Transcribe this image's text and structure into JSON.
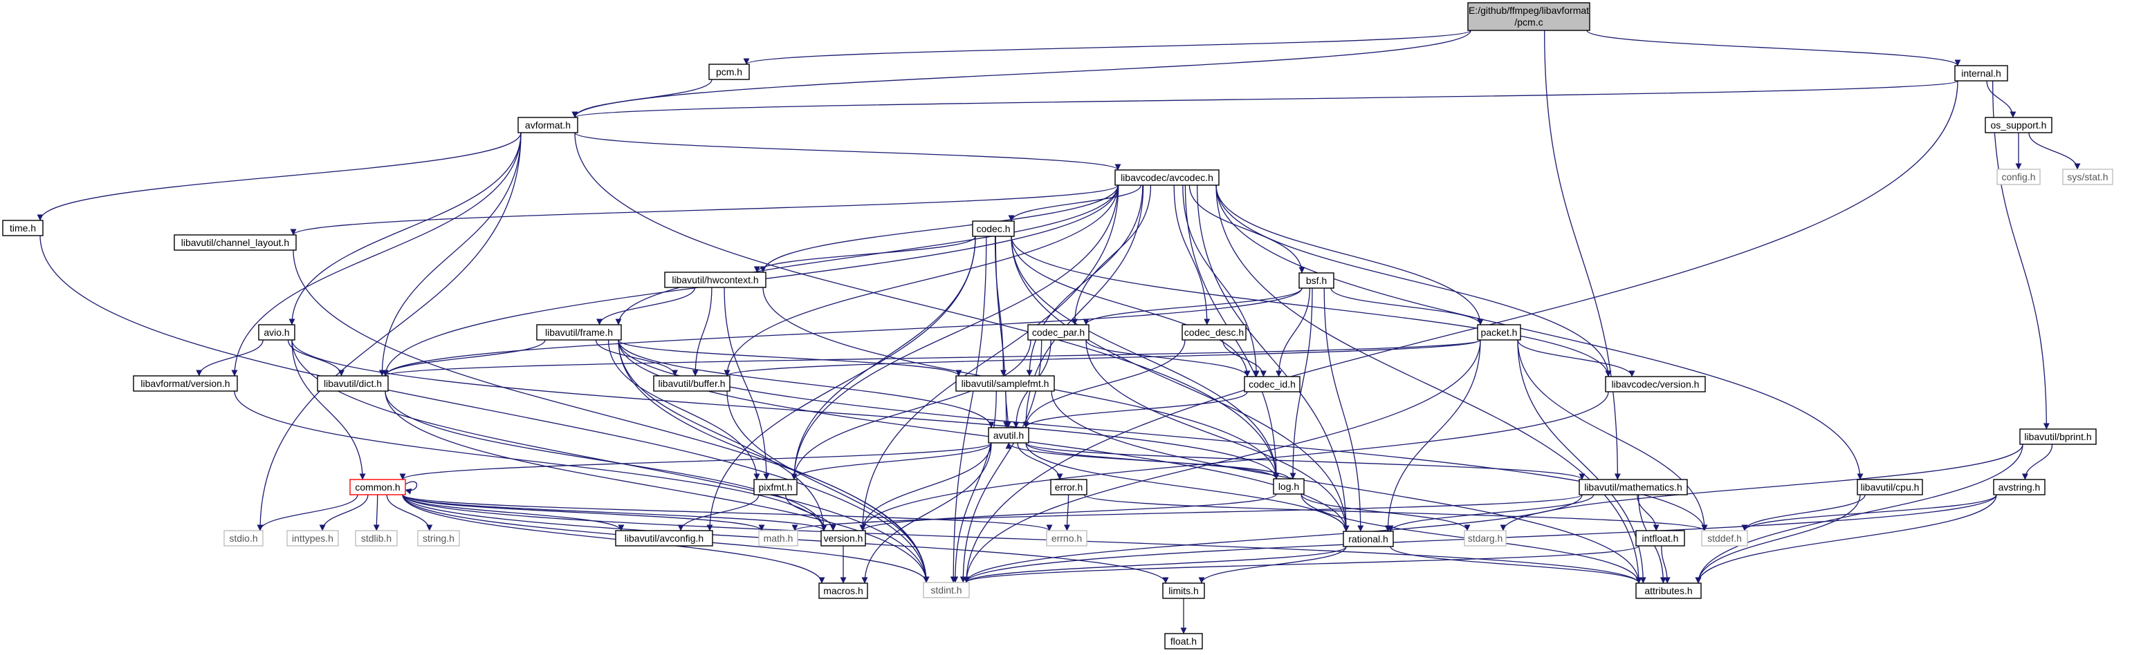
{
  "colors": {
    "edge": "#191970",
    "node_border": "#000000",
    "missing_border": "#bfbfbf",
    "missing_text": "#555555",
    "root_fill": "#bfbfbf",
    "cycle_border": "#ff0000"
  },
  "nodes": [
    {
      "id": "pcm_c",
      "lines": [
        "E:/github/ffmpeg/libavformat",
        "/pcm.c"
      ],
      "kind": "root"
    },
    {
      "id": "pcm_h",
      "lines": [
        "pcm.h"
      ],
      "kind": "normal"
    },
    {
      "id": "internal_h",
      "lines": [
        "internal.h"
      ],
      "kind": "normal"
    },
    {
      "id": "avformat_h",
      "lines": [
        "avformat.h"
      ],
      "kind": "normal"
    },
    {
      "id": "os_support_h",
      "lines": [
        "os_support.h"
      ],
      "kind": "normal"
    },
    {
      "id": "config_h",
      "lines": [
        "config.h"
      ],
      "kind": "missing"
    },
    {
      "id": "sys_stat_h",
      "lines": [
        "sys/stat.h"
      ],
      "kind": "missing"
    },
    {
      "id": "libavcodec_avcodec_h",
      "lines": [
        "libavcodec/avcodec.h"
      ],
      "kind": "normal"
    },
    {
      "id": "time_h",
      "lines": [
        "time.h"
      ],
      "kind": "normal"
    },
    {
      "id": "codec_h",
      "lines": [
        "codec.h"
      ],
      "kind": "normal"
    },
    {
      "id": "libavutil_channel_layout_h",
      "lines": [
        "libavutil/channel_layout.h"
      ],
      "kind": "normal"
    },
    {
      "id": "libavutil_hwcontext_h",
      "lines": [
        "libavutil/hwcontext.h"
      ],
      "kind": "normal"
    },
    {
      "id": "bsf_h",
      "lines": [
        "bsf.h"
      ],
      "kind": "normal"
    },
    {
      "id": "avio_h",
      "lines": [
        "avio.h"
      ],
      "kind": "normal"
    },
    {
      "id": "libavutil_frame_h",
      "lines": [
        "libavutil/frame.h"
      ],
      "kind": "normal"
    },
    {
      "id": "codec_par_h",
      "lines": [
        "codec_par.h"
      ],
      "kind": "normal"
    },
    {
      "id": "codec_desc_h",
      "lines": [
        "codec_desc.h"
      ],
      "kind": "normal"
    },
    {
      "id": "packet_h",
      "lines": [
        "packet.h"
      ],
      "kind": "normal"
    },
    {
      "id": "libavformat_version_h",
      "lines": [
        "libavformat/version.h"
      ],
      "kind": "normal"
    },
    {
      "id": "libavutil_dict_h",
      "lines": [
        "libavutil/dict.h"
      ],
      "kind": "normal"
    },
    {
      "id": "libavutil_buffer_h",
      "lines": [
        "libavutil/buffer.h"
      ],
      "kind": "normal"
    },
    {
      "id": "libavutil_samplefmt_h",
      "lines": [
        "libavutil/samplefmt.h"
      ],
      "kind": "normal"
    },
    {
      "id": "codec_id_h",
      "lines": [
        "codec_id.h"
      ],
      "kind": "normal"
    },
    {
      "id": "libavcodec_version_h",
      "lines": [
        "libavcodec/version.h"
      ],
      "kind": "normal"
    },
    {
      "id": "avutil_h",
      "lines": [
        "avutil.h"
      ],
      "kind": "normal"
    },
    {
      "id": "libavutil_bprint_h",
      "lines": [
        "libavutil/bprint.h"
      ],
      "kind": "normal"
    },
    {
      "id": "common_h",
      "lines": [
        "common.h"
      ],
      "kind": "cycle"
    },
    {
      "id": "pixfmt_h",
      "lines": [
        "pixfmt.h"
      ],
      "kind": "normal"
    },
    {
      "id": "error_h",
      "lines": [
        "error.h"
      ],
      "kind": "normal"
    },
    {
      "id": "log_h",
      "lines": [
        "log.h"
      ],
      "kind": "normal"
    },
    {
      "id": "libavutil_mathematics_h",
      "lines": [
        "libavutil/mathematics.h"
      ],
      "kind": "normal"
    },
    {
      "id": "libavutil_cpu_h",
      "lines": [
        "libavutil/cpu.h"
      ],
      "kind": "normal"
    },
    {
      "id": "avstring_h",
      "lines": [
        "avstring.h"
      ],
      "kind": "normal"
    },
    {
      "id": "stdio_h",
      "lines": [
        "stdio.h"
      ],
      "kind": "missing"
    },
    {
      "id": "inttypes_h",
      "lines": [
        "inttypes.h"
      ],
      "kind": "missing"
    },
    {
      "id": "stdlib_h",
      "lines": [
        "stdlib.h"
      ],
      "kind": "missing"
    },
    {
      "id": "string_h",
      "lines": [
        "string.h"
      ],
      "kind": "missing"
    },
    {
      "id": "libavutil_avconfig_h",
      "lines": [
        "libavutil/avconfig.h"
      ],
      "kind": "normal"
    },
    {
      "id": "math_h",
      "lines": [
        "math.h"
      ],
      "kind": "missing"
    },
    {
      "id": "version_h",
      "lines": [
        "version.h"
      ],
      "kind": "normal"
    },
    {
      "id": "errno_h",
      "lines": [
        "errno.h"
      ],
      "kind": "missing"
    },
    {
      "id": "rational_h",
      "lines": [
        "rational.h"
      ],
      "kind": "normal"
    },
    {
      "id": "stdarg_h",
      "lines": [
        "stdarg.h"
      ],
      "kind": "missing"
    },
    {
      "id": "intfloat_h",
      "lines": [
        "intfloat.h"
      ],
      "kind": "normal"
    },
    {
      "id": "stddef_h",
      "lines": [
        "stddef.h"
      ],
      "kind": "missing"
    },
    {
      "id": "macros_h",
      "lines": [
        "macros.h"
      ],
      "kind": "normal"
    },
    {
      "id": "stdint_h",
      "lines": [
        "stdint.h"
      ],
      "kind": "missing"
    },
    {
      "id": "limits_h",
      "lines": [
        "limits.h"
      ],
      "kind": "normal"
    },
    {
      "id": "attributes_h",
      "lines": [
        "attributes.h"
      ],
      "kind": "normal"
    },
    {
      "id": "float_h",
      "lines": [
        "float.h"
      ],
      "kind": "normal"
    }
  ],
  "edges": [
    [
      "pcm_c",
      "pcm_h"
    ],
    [
      "pcm_c",
      "avformat_h"
    ],
    [
      "pcm_c",
      "internal_h"
    ],
    [
      "pcm_c",
      "libavutil_mathematics_h"
    ],
    [
      "pcm_h",
      "avformat_h"
    ],
    [
      "internal_h",
      "avformat_h"
    ],
    [
      "internal_h",
      "os_support_h"
    ],
    [
      "internal_h",
      "libavutil_bprint_h"
    ],
    [
      "internal_h",
      "stdint_h"
    ],
    [
      "os_support_h",
      "config_h"
    ],
    [
      "os_support_h",
      "sys_stat_h"
    ],
    [
      "avformat_h",
      "time_h"
    ],
    [
      "avformat_h",
      "stdio_h"
    ],
    [
      "avformat_h",
      "libavcodec_avcodec_h"
    ],
    [
      "avformat_h",
      "libavutil_dict_h"
    ],
    [
      "avformat_h",
      "avio_h"
    ],
    [
      "avformat_h",
      "libavformat_version_h"
    ],
    [
      "avformat_h",
      "log_h"
    ],
    [
      "time_h",
      "stdint_h"
    ],
    [
      "libavcodec_avcodec_h",
      "libavutil_samplefmt_h"
    ],
    [
      "libavcodec_avcodec_h",
      "attributes_h"
    ],
    [
      "libavcodec_avcodec_h",
      "avutil_h"
    ],
    [
      "libavcodec_avcodec_h",
      "libavutil_buffer_h"
    ],
    [
      "libavcodec_avcodec_h",
      "libavutil_cpu_h"
    ],
    [
      "libavcodec_avcodec_h",
      "libavutil_channel_layout_h"
    ],
    [
      "libavcodec_avcodec_h",
      "libavutil_dict_h"
    ],
    [
      "libavcodec_avcodec_h",
      "libavutil_frame_h"
    ],
    [
      "libavcodec_avcodec_h",
      "libavutil_hwcontext_h"
    ],
    [
      "libavcodec_avcodec_h",
      "log_h"
    ],
    [
      "libavcodec_avcodec_h",
      "pixfmt_h"
    ],
    [
      "libavcodec_avcodec_h",
      "rational_h"
    ],
    [
      "libavcodec_avcodec_h",
      "codec_h"
    ],
    [
      "libavcodec_avcodec_h",
      "codec_desc_h"
    ],
    [
      "libavcodec_avcodec_h",
      "codec_par_h"
    ],
    [
      "libavcodec_avcodec_h",
      "codec_id_h"
    ],
    [
      "libavcodec_avcodec_h",
      "packet_h"
    ],
    [
      "libavcodec_avcodec_h",
      "libavcodec_version_h"
    ],
    [
      "libavcodec_avcodec_h",
      "bsf_h"
    ],
    [
      "libavcodec_avcodec_h",
      "version_h"
    ],
    [
      "libavutil_channel_layout_h",
      "stdint_h"
    ],
    [
      "codec_h",
      "stdint_h"
    ],
    [
      "codec_h",
      "libavutil_avconfig_h"
    ],
    [
      "codec_h",
      "libavutil_samplefmt_h"
    ],
    [
      "codec_h",
      "libavutil_hwcontext_h"
    ],
    [
      "codec_h",
      "log_h"
    ],
    [
      "codec_h",
      "pixfmt_h"
    ],
    [
      "codec_h",
      "rational_h"
    ],
    [
      "codec_h",
      "codec_id_h"
    ],
    [
      "codec_h",
      "libavcodec_version_h"
    ],
    [
      "codec_h",
      "avutil_h"
    ],
    [
      "libavutil_hwcontext_h",
      "libavutil_buffer_h"
    ],
    [
      "libavutil_hwcontext_h",
      "libavutil_frame_h"
    ],
    [
      "libavutil_hwcontext_h",
      "log_h"
    ],
    [
      "libavutil_hwcontext_h",
      "pixfmt_h"
    ],
    [
      "bsf_h",
      "libavutil_dict_h"
    ],
    [
      "bsf_h",
      "log_h"
    ],
    [
      "bsf_h",
      "rational_h"
    ],
    [
      "bsf_h",
      "codec_id_h"
    ],
    [
      "bsf_h",
      "codec_par_h"
    ],
    [
      "bsf_h",
      "packet_h"
    ],
    [
      "avio_h",
      "stdint_h"
    ],
    [
      "avio_h",
      "common_h"
    ],
    [
      "avio_h",
      "libavutil_dict_h"
    ],
    [
      "avio_h",
      "log_h"
    ],
    [
      "avio_h",
      "libavformat_version_h"
    ],
    [
      "libavutil_frame_h",
      "stddef_h"
    ],
    [
      "libavutil_frame_h",
      "avutil_h"
    ],
    [
      "libavutil_frame_h",
      "libavutil_buffer_h"
    ],
    [
      "libavutil_frame_h",
      "libavutil_dict_h"
    ],
    [
      "libavutil_frame_h",
      "rational_h"
    ],
    [
      "libavutil_frame_h",
      "libavutil_samplefmt_h"
    ],
    [
      "libavutil_frame_h",
      "pixfmt_h"
    ],
    [
      "libavutil_frame_h",
      "version_h"
    ],
    [
      "libavutil_frame_h",
      "stdint_h"
    ],
    [
      "codec_par_h",
      "stdint_h"
    ],
    [
      "codec_par_h",
      "avutil_h"
    ],
    [
      "codec_par_h",
      "rational_h"
    ],
    [
      "codec_par_h",
      "pixfmt_h"
    ],
    [
      "codec_par_h",
      "codec_id_h"
    ],
    [
      "codec_desc_h",
      "avutil_h"
    ],
    [
      "codec_desc_h",
      "codec_id_h"
    ],
    [
      "packet_h",
      "stddef_h"
    ],
    [
      "packet_h",
      "stdint_h"
    ],
    [
      "packet_h",
      "attributes_h"
    ],
    [
      "packet_h",
      "libavutil_buffer_h"
    ],
    [
      "packet_h",
      "libavutil_dict_h"
    ],
    [
      "packet_h",
      "rational_h"
    ],
    [
      "packet_h",
      "libavcodec_version_h"
    ],
    [
      "libavformat_version_h",
      "version_h"
    ],
    [
      "libavutil_dict_h",
      "stdint_h"
    ],
    [
      "libavutil_dict_h",
      "version_h"
    ],
    [
      "libavutil_buffer_h",
      "stdint_h"
    ],
    [
      "libavutil_samplefmt_h",
      "stdint_h"
    ],
    [
      "libavutil_samplefmt_h",
      "avutil_h"
    ],
    [
      "libavutil_samplefmt_h",
      "attributes_h"
    ],
    [
      "codec_id_h",
      "avutil_h"
    ],
    [
      "libavcodec_version_h",
      "version_h"
    ],
    [
      "avutil_h",
      "common_h"
    ],
    [
      "avutil_h",
      "error_h"
    ],
    [
      "avutil_h",
      "rational_h"
    ],
    [
      "avutil_h",
      "version_h"
    ],
    [
      "avutil_h",
      "macros_h"
    ],
    [
      "avutil_h",
      "libavutil_mathematics_h"
    ],
    [
      "avutil_h",
      "log_h"
    ],
    [
      "avutil_h",
      "pixfmt_h"
    ],
    [
      "common_h",
      "errno_h"
    ],
    [
      "common_h",
      "inttypes_h"
    ],
    [
      "common_h",
      "limits_h"
    ],
    [
      "common_h",
      "math_h"
    ],
    [
      "common_h",
      "stdint_h"
    ],
    [
      "common_h",
      "stdio_h"
    ],
    [
      "common_h",
      "stdlib_h"
    ],
    [
      "common_h",
      "string_h"
    ],
    [
      "common_h",
      "attributes_h"
    ],
    [
      "common_h",
      "macros_h"
    ],
    [
      "common_h",
      "version_h"
    ],
    [
      "common_h",
      "libavutil_avconfig_h"
    ],
    [
      "common_h",
      "common_h"
    ],
    [
      "pixfmt_h",
      "libavutil_avconfig_h"
    ],
    [
      "pixfmt_h",
      "version_h"
    ],
    [
      "error_h",
      "errno_h"
    ],
    [
      "error_h",
      "stddef_h"
    ],
    [
      "log_h",
      "stdarg_h"
    ],
    [
      "log_h",
      "avutil_h"
    ],
    [
      "log_h",
      "attributes_h"
    ],
    [
      "log_h",
      "version_h"
    ],
    [
      "libavutil_mathematics_h",
      "stdint_h"
    ],
    [
      "libavutil_mathematics_h",
      "math_h"
    ],
    [
      "libavutil_mathematics_h",
      "attributes_h"
    ],
    [
      "libavutil_mathematics_h",
      "rational_h"
    ],
    [
      "libavutil_mathematics_h",
      "intfloat_h"
    ],
    [
      "libavutil_cpu_h",
      "stddef_h"
    ],
    [
      "libavutil_cpu_h",
      "attributes_h"
    ],
    [
      "libavutil_bprint_h",
      "stdarg_h"
    ],
    [
      "libavutil_bprint_h",
      "attributes_h"
    ],
    [
      "libavutil_bprint_h",
      "avstring_h"
    ],
    [
      "avstring_h",
      "stddef_h"
    ],
    [
      "avstring_h",
      "stdint_h"
    ],
    [
      "avstring_h",
      "attributes_h"
    ],
    [
      "version_h",
      "macros_h"
    ],
    [
      "rational_h",
      "stdint_h"
    ],
    [
      "rational_h",
      "limits_h"
    ],
    [
      "rational_h",
      "attributes_h"
    ],
    [
      "intfloat_h",
      "stdint_h"
    ],
    [
      "intfloat_h",
      "attributes_h"
    ],
    [
      "limits_h",
      "float_h"
    ]
  ]
}
